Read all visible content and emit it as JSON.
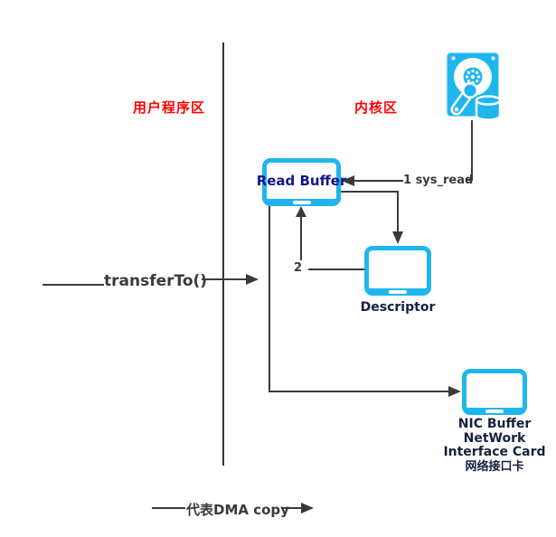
{
  "zones": {
    "user_label": "用户程序区",
    "kernel_label": "内核区"
  },
  "nodes": {
    "read_buffer": {
      "label": "Read Buffer"
    },
    "descriptor": {
      "label": "Descriptor"
    },
    "nic": {
      "labels": [
        "NIC Buffer",
        "NetWork",
        "Interface Card",
        "网络接口卡"
      ]
    },
    "disk": {
      "icon": "hard-disk-icon"
    }
  },
  "edges": {
    "sys_read_label": "1 sys_read",
    "step2_label": "2",
    "transfer_to_label": "transferTo()"
  },
  "legend": {
    "dma_label": "代表DMA copy"
  },
  "colors": {
    "cyan": "#1fb6f0",
    "red": "#ff0000",
    "navy": "#14148c",
    "dark": "#16213c",
    "line": "#3a3a3a"
  }
}
